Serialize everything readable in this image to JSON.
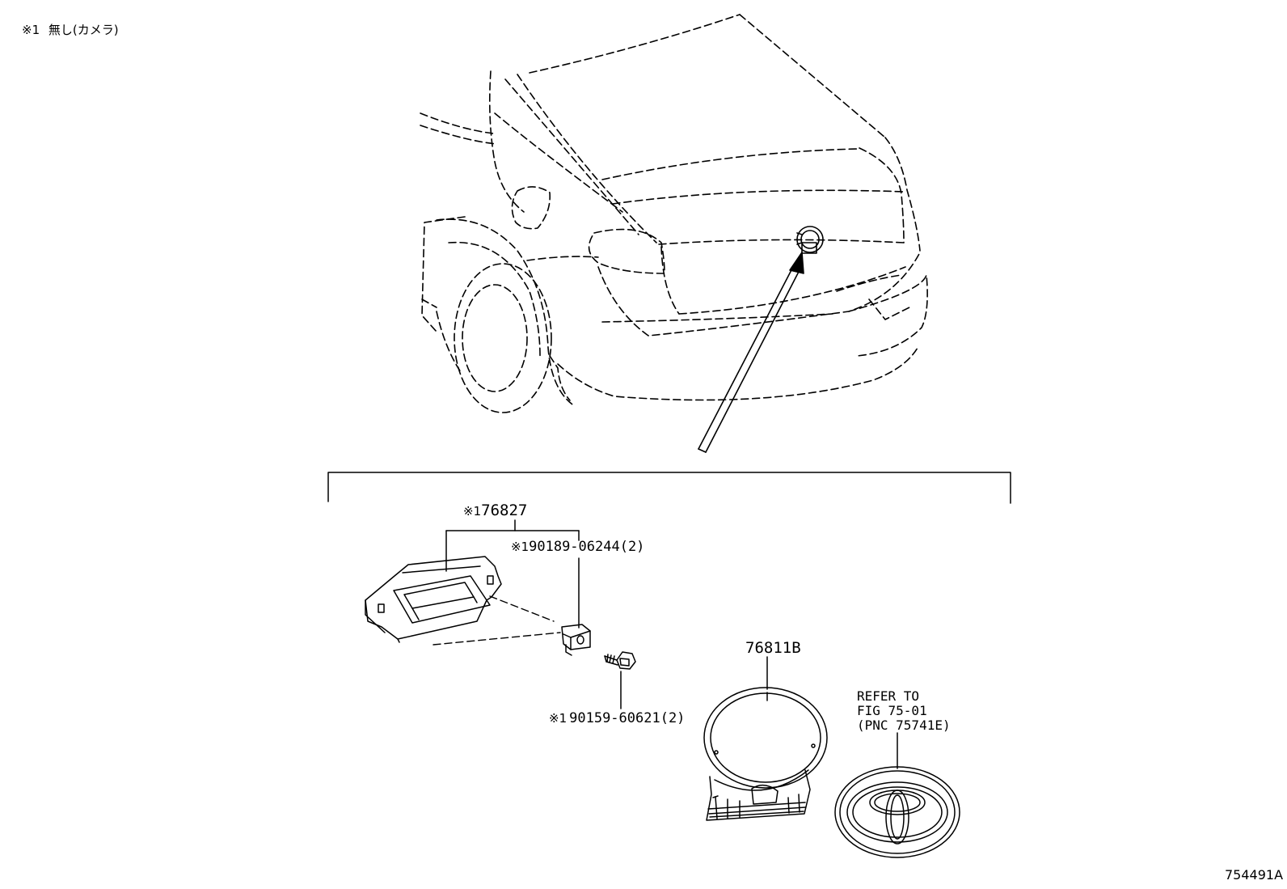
{
  "footnote": {
    "marker": "※1",
    "text": "無し(カメラ)"
  },
  "parts": {
    "lamp": {
      "prefix": "※1",
      "number": "76827"
    },
    "clip": {
      "prefix": "※1",
      "number": "90189-06244(2)"
    },
    "screw": {
      "prefix": "※1",
      "number": "90159-60621(2)"
    },
    "emblem_base": {
      "number": "76811B"
    },
    "reference": {
      "line1": "REFER TO",
      "line2": "FIG 75-01",
      "line3": "(PNC 75741E)"
    }
  },
  "sheet_id": "754491A"
}
